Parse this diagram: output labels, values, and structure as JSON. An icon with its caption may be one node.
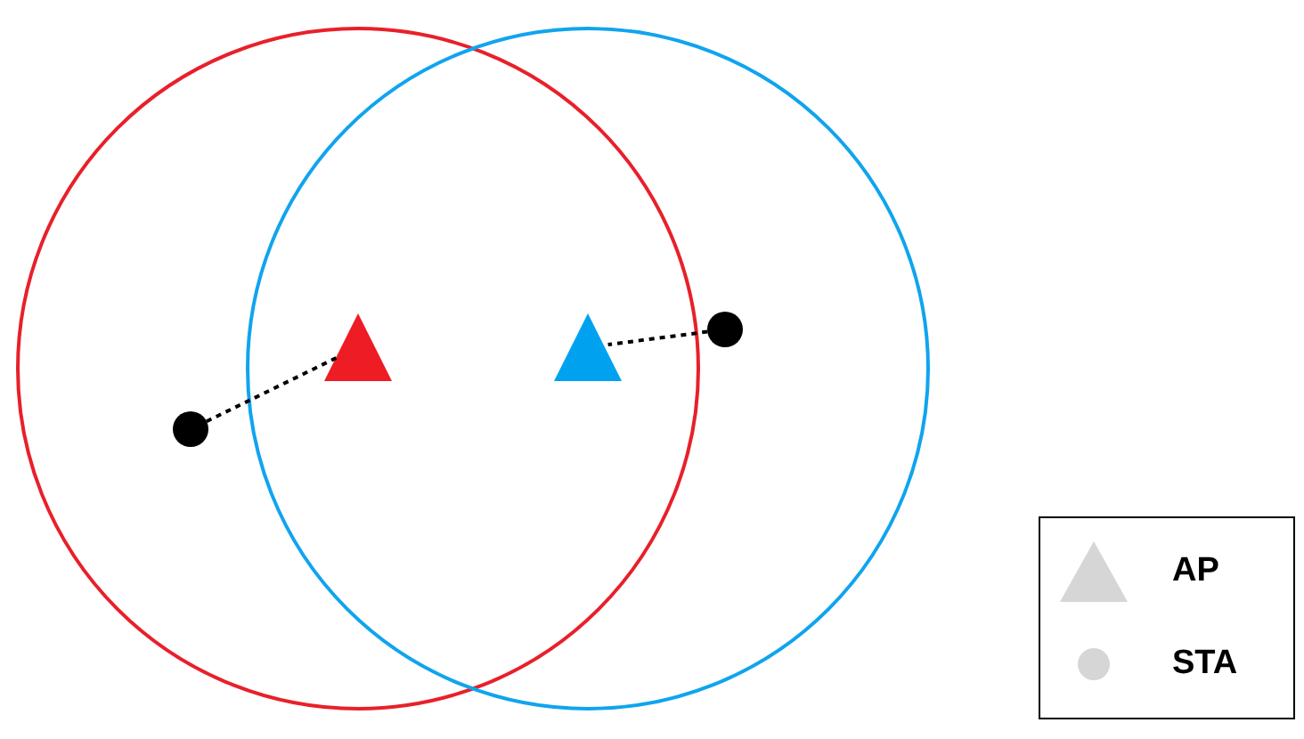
{
  "diagram": {
    "nodes": [
      {
        "text": [],
        "shape": "circle"
      },
      {
        "text": [],
        "shape": "circle"
      },
      {
        "text": [],
        "shape": "triangle"
      },
      {
        "text": [],
        "shape": "triangle"
      },
      {
        "text": [],
        "shape": "circle",
        "in": 0
      },
      {
        "text": [],
        "shape": "circle",
        "in": 1
      }
    ],
    "edges": [
      {
        "from": 4,
        "to": 2,
        "arrow": "none",
        "style": "dashed"
      },
      {
        "from": 5,
        "to": 3,
        "arrow": "none",
        "style": "dashed"
      }
    ],
    "legend": [
      {
        "text": "AP"
      },
      {
        "text": "STA"
      }
    ]
  }
}
